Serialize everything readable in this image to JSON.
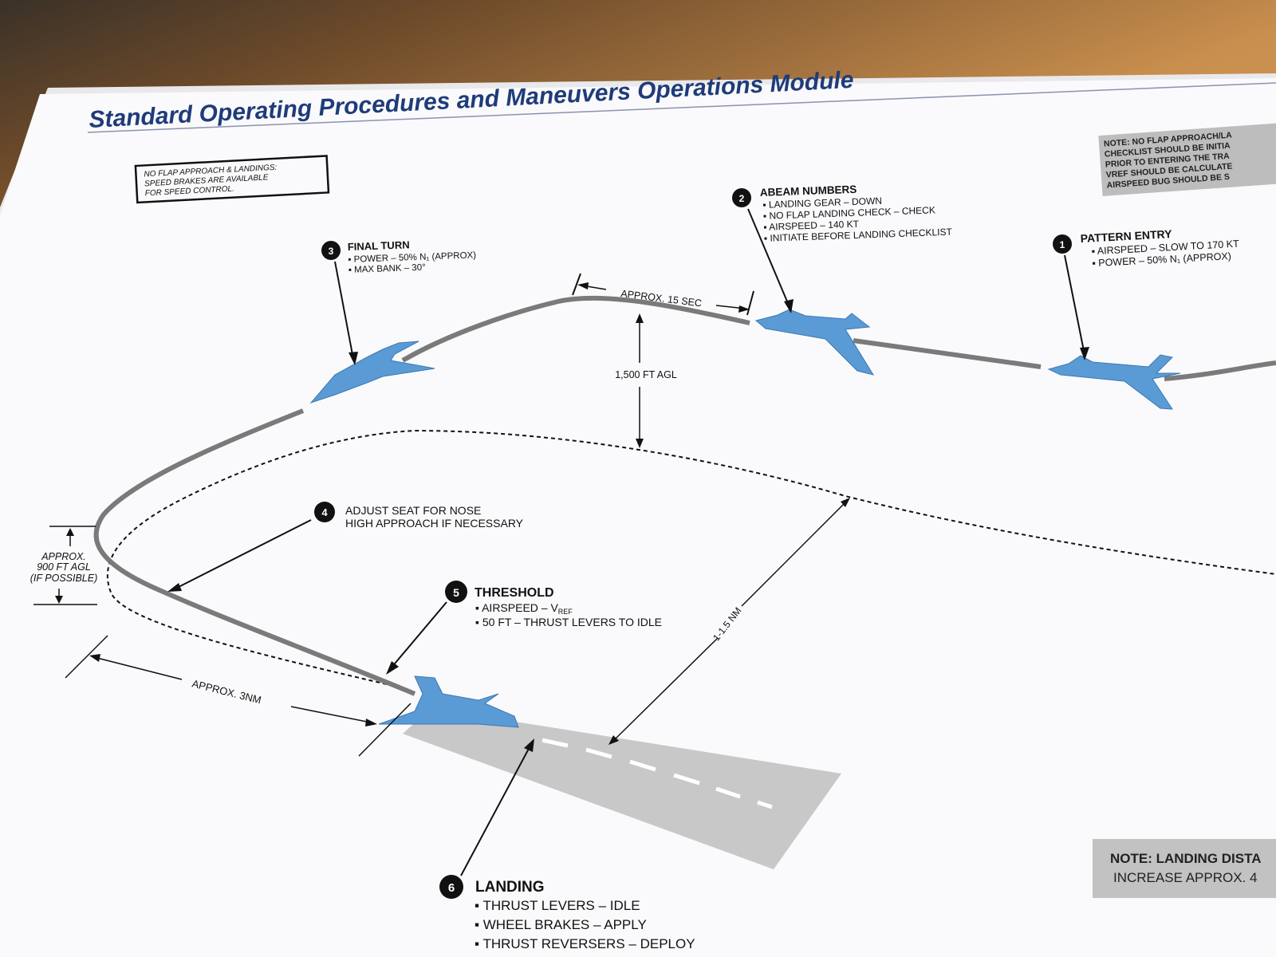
{
  "title": "Standard Operating Procedures and Maneuvers Operations Module",
  "note_box_topleft": {
    "lines": [
      "NO FLAP APPROACH & LANDINGS:",
      "SPEED BRAKES ARE AVAILABLE",
      "FOR SPEED CONTROL."
    ]
  },
  "note_topright": {
    "lines": [
      "NOTE: NO FLAP APPROACH/LA",
      "CHECKLIST SHOULD BE INITIA",
      "PRIOR TO ENTERING THE TRA",
      "VREF SHOULD BE CALCULATE",
      "AIRSPEED BUG SHOULD BE S"
    ]
  },
  "note_bottomright": {
    "lines": [
      "NOTE: LANDING DISTA",
      "INCREASE APPROX. 4"
    ]
  },
  "steps": [
    {
      "num": "1",
      "heading": "PATTERN ENTRY",
      "items": [
        "AIRSPEED – SLOW TO 170 KT",
        "POWER – 50% N₁ (APPROX)"
      ]
    },
    {
      "num": "2",
      "heading": "ABEAM NUMBERS",
      "items": [
        "LANDING GEAR – DOWN",
        "NO FLAP LANDING CHECK – CHECK",
        "AIRSPEED – 140 KT",
        "INITIATE BEFORE LANDING CHECKLIST"
      ]
    },
    {
      "num": "3",
      "heading": "FINAL TURN",
      "items": [
        "POWER – 50% N₁ (APPROX)",
        "MAX BANK – 30°"
      ]
    },
    {
      "num": "4",
      "lines": [
        "ADJUST SEAT FOR NOSE",
        "HIGH APPROACH IF NECESSARY"
      ]
    },
    {
      "num": "5",
      "heading": "THRESHOLD",
      "items": [
        "AIRSPEED – V",
        "50 FT – THRUST LEVERS TO IDLE"
      ],
      "subscript": "REF"
    },
    {
      "num": "6",
      "heading": "LANDING",
      "items": [
        "THRUST LEVERS – IDLE",
        "WHEEL BRAKES – APPLY",
        "THRUST REVERSERS – DEPLOY"
      ]
    }
  ],
  "dimensions": {
    "approx_15_sec": "APPROX. 15 SEC",
    "agl_1500": "1,500 FT AGL",
    "nm_range": "1-1.5 NM",
    "approx_3nm": "APPROX. 3NM",
    "approx_900": [
      "APPROX.",
      "900 FT AGL",
      "(IF POSSIBLE)"
    ]
  },
  "colors": {
    "title_blue": "#1f3b79",
    "aircraft_blue": "#5b9bd5",
    "flight_path_gray": "#7a7a7a",
    "runway_gray": "#c8c8c8"
  }
}
